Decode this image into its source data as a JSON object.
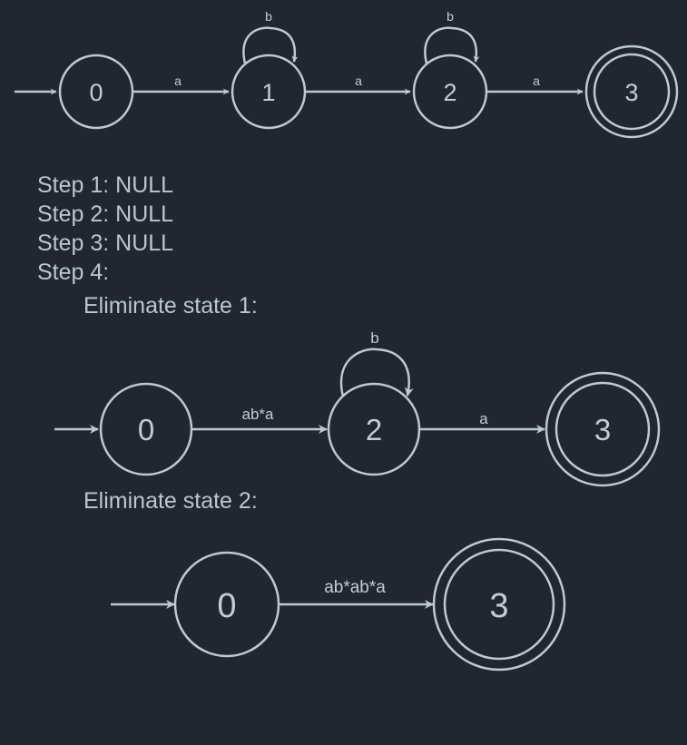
{
  "colors": {
    "background": "#22262e",
    "stroke": "#c0c8d2",
    "text": "#bcc6d1"
  },
  "automaton_original": {
    "states": [
      "0",
      "1",
      "2",
      "3"
    ],
    "start": "0",
    "accepting": [
      "3"
    ],
    "transitions": [
      {
        "from": "0",
        "to": "1",
        "label": "a"
      },
      {
        "from": "1",
        "to": "1",
        "label": "b"
      },
      {
        "from": "1",
        "to": "2",
        "label": "a"
      },
      {
        "from": "2",
        "to": "2",
        "label": "b"
      },
      {
        "from": "2",
        "to": "3",
        "label": "a"
      }
    ]
  },
  "steps": [
    "Step 1: NULL",
    "Step 2: NULL",
    "Step 3: NULL",
    "Step 4:"
  ],
  "eliminate_1": {
    "heading": "Eliminate state 1:",
    "states": [
      "0",
      "2",
      "3"
    ],
    "start": "0",
    "accepting": [
      "3"
    ],
    "transitions": [
      {
        "from": "0",
        "to": "2",
        "label": "ab*a"
      },
      {
        "from": "2",
        "to": "2",
        "label": "b"
      },
      {
        "from": "2",
        "to": "3",
        "label": "a"
      }
    ]
  },
  "eliminate_2": {
    "heading": "Eliminate state 2:",
    "states": [
      "0",
      "3"
    ],
    "start": "0",
    "accepting": [
      "3"
    ],
    "transitions": [
      {
        "from": "0",
        "to": "3",
        "label": "ab*ab*a"
      }
    ]
  }
}
